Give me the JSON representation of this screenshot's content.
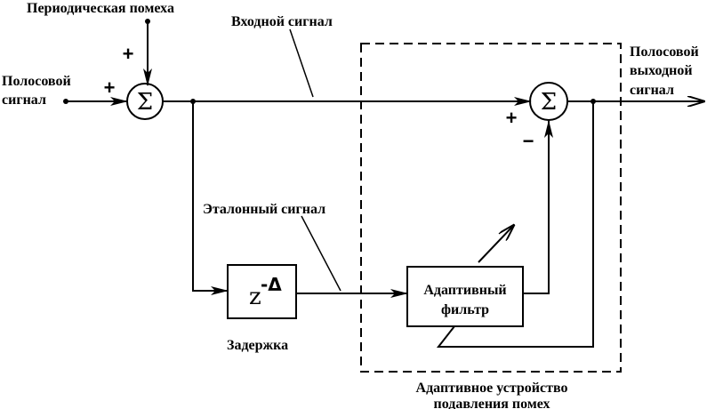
{
  "labels": {
    "periodic_interference": "Периодическая помеха",
    "input_signal": "Входной сигнал",
    "band_signal_line1": "Полосовой",
    "band_signal_line2": "сигнал",
    "output_line1": "Полосовой",
    "output_line2": "выходной",
    "output_line3": "сигнал",
    "reference_signal": "Эталонный сигнал",
    "delay": "Задержка",
    "adaptive_device_line1": "Адаптивное устройство",
    "adaptive_device_line2": "подавления помех"
  },
  "blocks": {
    "delay_z": "z",
    "delay_exp": "-Δ",
    "adaptive_filter_line1": "Адаптивный",
    "adaptive_filter_line2": "фильтр"
  },
  "symbols": {
    "sigma": "Σ",
    "plus": "+",
    "minus": "−"
  }
}
